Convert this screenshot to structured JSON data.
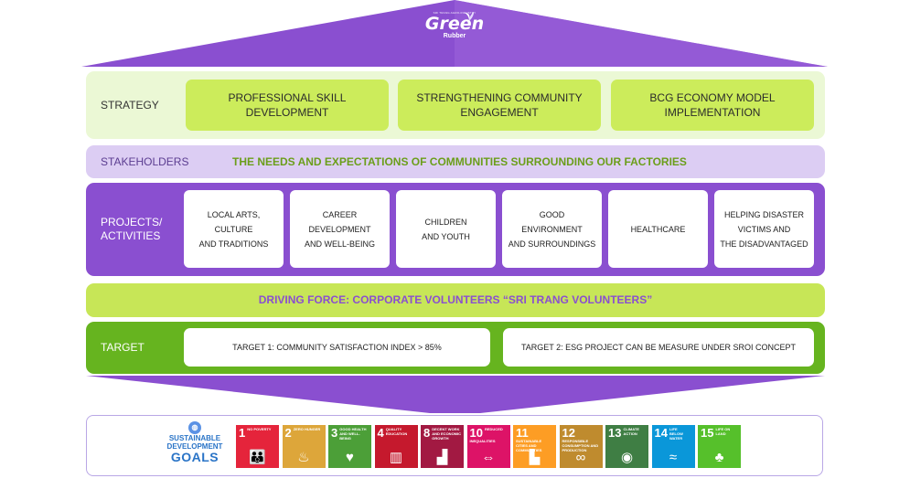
{
  "logo": {
    "tagline": "SRI TRANG AGRO-INDUSTRY",
    "brand": "Green",
    "sub": "Rubber",
    "icon": "leaf-icon"
  },
  "colors": {
    "purple": "#8a4fd0",
    "light_purple": "#dccdf3",
    "lime": "#ccec5b",
    "light_green": "#ebf8d5",
    "green": "#66b41f"
  },
  "strategy": {
    "label": "STRATEGY",
    "items": [
      "PROFESSIONAL SKILL DEVELOPMENT",
      "STRENGTHENING COMMUNITY ENGAGEMENT",
      "BCG ECONOMY MODEL IMPLEMENTATION"
    ]
  },
  "stakeholders": {
    "label": "STAKEHOLDERS",
    "text": "THE NEEDS AND EXPECTATIONS OF COMMUNITIES SURROUNDING OUR FACTORIES"
  },
  "projects": {
    "label_line1": "PROJECTS/",
    "label_line2": "ACTIVITIES",
    "items": [
      [
        "LOCAL ARTS,",
        "CULTURE",
        "AND TRADITIONS"
      ],
      [
        "CAREER",
        "DEVELOPMENT",
        "AND WELL-BEING"
      ],
      [
        "CHILDREN",
        "AND YOUTH"
      ],
      [
        "GOOD",
        "ENVIRONMENT",
        "AND SURROUNDINGS"
      ],
      [
        "HEALTHCARE"
      ],
      [
        "HELPING DISASTER",
        "VICTIMS AND",
        "THE DISADVANTAGED"
      ]
    ]
  },
  "driving_force": "DRIVING FORCE: CORPORATE VOLUNTEERS  “SRI TRANG VOLUNTEERS”",
  "target": {
    "label": "TARGET",
    "items": [
      "TARGET 1: COMMUNITY SATISFACTION INDEX > 85%",
      "TARGET 2: ESG PROJECT CAN BE MEASURE UNDER SROI CONCEPT"
    ]
  },
  "sdg": {
    "logo_top": "SUSTAINABLE",
    "logo_mid": "DEVELOPMENT",
    "logo_bottom": "GOALS",
    "goals": [
      {
        "num": "1",
        "caption": "NO POVERTY",
        "color": "#e5243b",
        "icon": "family-icon",
        "glyph": "👪"
      },
      {
        "num": "2",
        "caption": "ZERO HUNGER",
        "color": "#dda63a",
        "icon": "bowl-icon",
        "glyph": "♨"
      },
      {
        "num": "3",
        "caption": "GOOD HEALTH AND WELL-BEING",
        "color": "#4c9f38",
        "icon": "heartbeat-icon",
        "glyph": "♥"
      },
      {
        "num": "4",
        "caption": "QUALITY EDUCATION",
        "color": "#c5192d",
        "icon": "book-icon",
        "glyph": "▥"
      },
      {
        "num": "8",
        "caption": "DECENT WORK AND ECONOMIC GROWTH",
        "color": "#a21942",
        "icon": "growth-chart-icon",
        "glyph": "▟"
      },
      {
        "num": "10",
        "caption": "REDUCED INEQUALITIES",
        "color": "#dd1367",
        "icon": "equality-icon",
        "glyph": "⇔"
      },
      {
        "num": "11",
        "caption": "SUSTAINABLE CITIES AND COMMUNITIES",
        "color": "#fd9d24",
        "icon": "buildings-icon",
        "glyph": "▙"
      },
      {
        "num": "12",
        "caption": "RESPONSIBLE CONSUMPTION AND PRODUCTION",
        "color": "#bf8b2e",
        "icon": "infinity-icon",
        "glyph": "∞"
      },
      {
        "num": "13",
        "caption": "CLIMATE ACTION",
        "color": "#3f7e44",
        "icon": "eye-icon",
        "glyph": "◉"
      },
      {
        "num": "14",
        "caption": "LIFE BELOW WATER",
        "color": "#0a97d9",
        "icon": "fish-icon",
        "glyph": "≈"
      },
      {
        "num": "15",
        "caption": "LIFE ON LAND",
        "color": "#56c02b",
        "icon": "tree-icon",
        "glyph": "♣"
      }
    ]
  }
}
